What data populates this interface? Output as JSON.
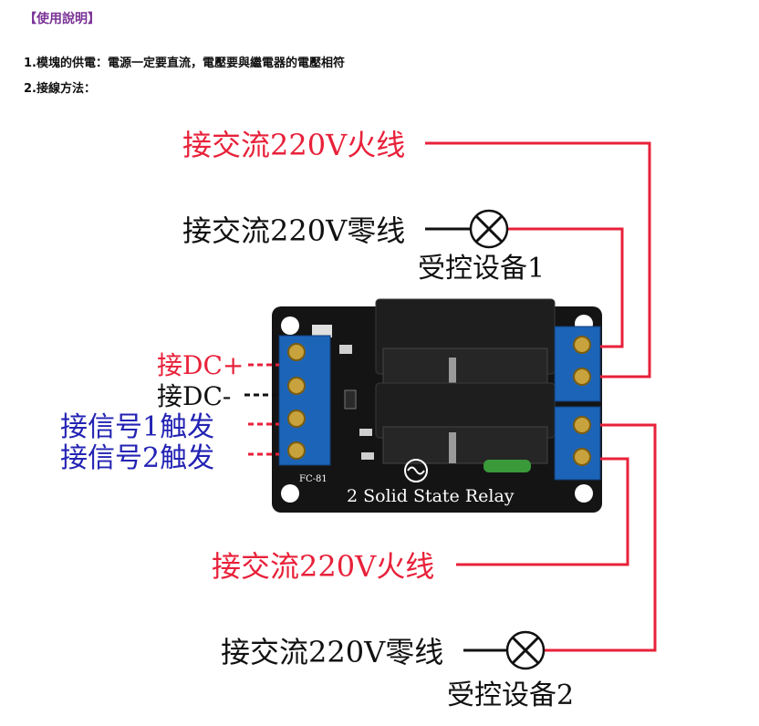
{
  "header": "【使用說明】",
  "lines": [
    "1.模塊的供電：電源一定要直流，電壓要與繼電器的電壓相符",
    "2.接線方法："
  ],
  "diagram": {
    "live1": "接交流220V火线",
    "neutral1": "接交流220V零线",
    "device1": "受控设备1",
    "live2": "接交流220V火线",
    "neutral2": "接交流220V零线",
    "device2": "受控设备2",
    "dc_plus": "接DC+",
    "dc_minus": "接DC-",
    "sig1": "接信号1触发",
    "sig2": "接信号2触发",
    "board_label": "2 Solid State Relay",
    "model": "FC-81"
  },
  "colors": {
    "red": "#e8213a",
    "blue": "#2323b4",
    "black": "#111111",
    "purple": "#7a3296",
    "terminal": "#1c64b8"
  }
}
